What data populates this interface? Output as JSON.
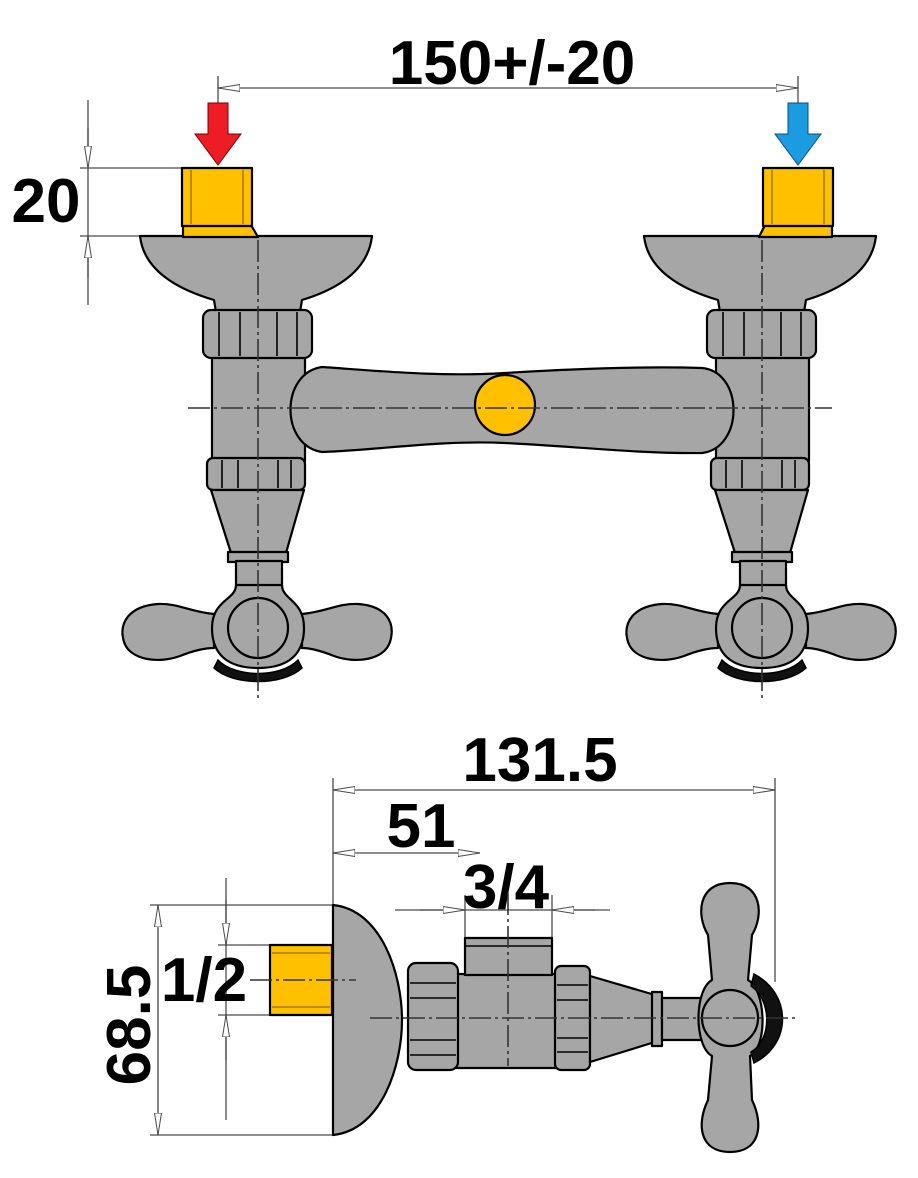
{
  "labels": {
    "inlet_spacing": "150+/-20",
    "inlet_height": "20",
    "overall_depth": "131.5",
    "outlet_offset": "51",
    "outlet_thread": "3/4",
    "inlet_thread": "1/2",
    "escutcheon_diameter": "68.5"
  },
  "colors": {
    "body": "#a6a6a6",
    "fitting": "#ffc000",
    "hot_arrow": "#ee1c25",
    "cold_arrow": "#1b9be0",
    "cap": "#111111",
    "outline": "#000000",
    "dimension": "#4a4a4a"
  }
}
